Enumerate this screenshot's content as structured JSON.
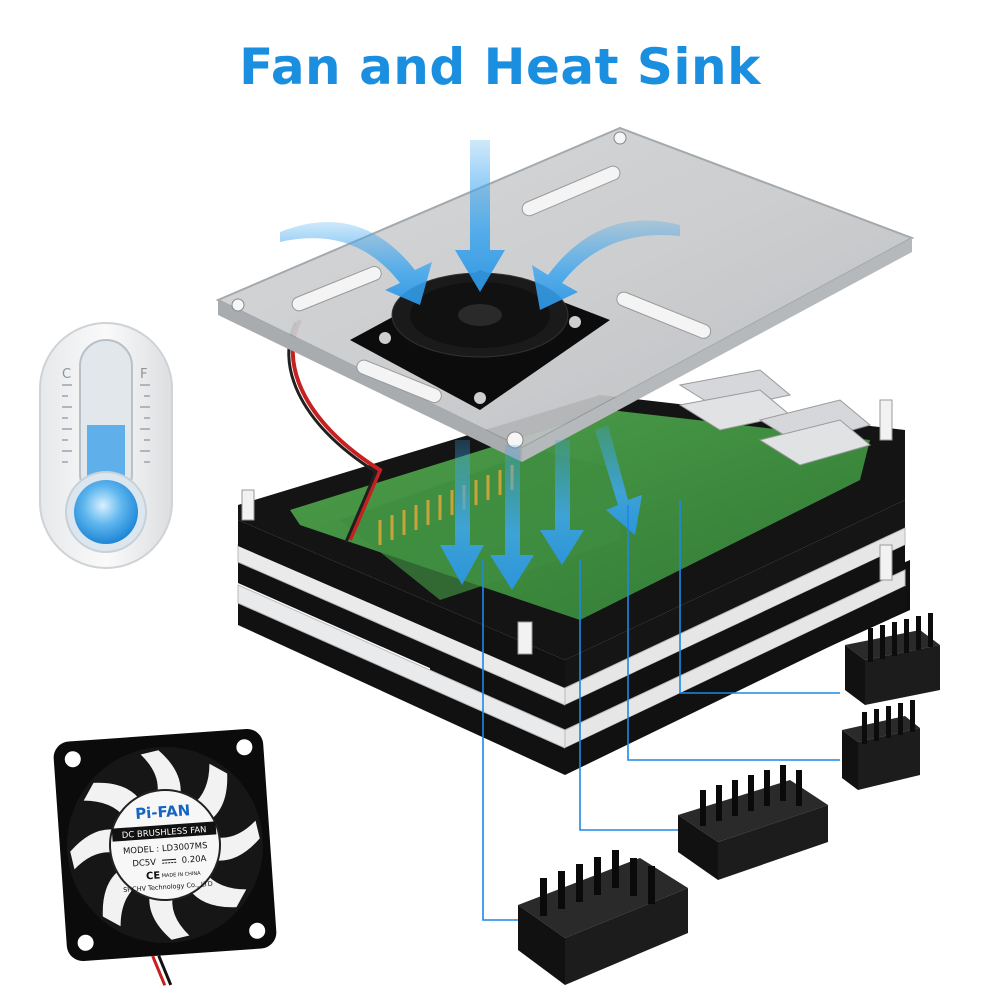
{
  "title": "Fan and Heat Sink",
  "colors": {
    "accent": "#1a8fe0",
    "arrow": "#3ea6ee",
    "case_black": "#121212",
    "pcb_green": "#3c8a3c",
    "heatsink": "#1b1b1b"
  },
  "thermometer": {
    "left_label": "C",
    "right_label": "F"
  },
  "fan_label": {
    "brand": "Pi-FAN",
    "type": "DC BRUSHLESS FAN",
    "model": "MODEL : LD3007MS",
    "rating_voltage": "DC5V",
    "rating_current": "0.20A",
    "ce_mark": "CE",
    "made_in": "MADE IN CHINA",
    "maker": "SHCHV Technology Co., LTD"
  },
  "icons": [
    "thermometer-icon",
    "fan-icon",
    "heatsink-icon",
    "airflow-arrow-icon"
  ]
}
